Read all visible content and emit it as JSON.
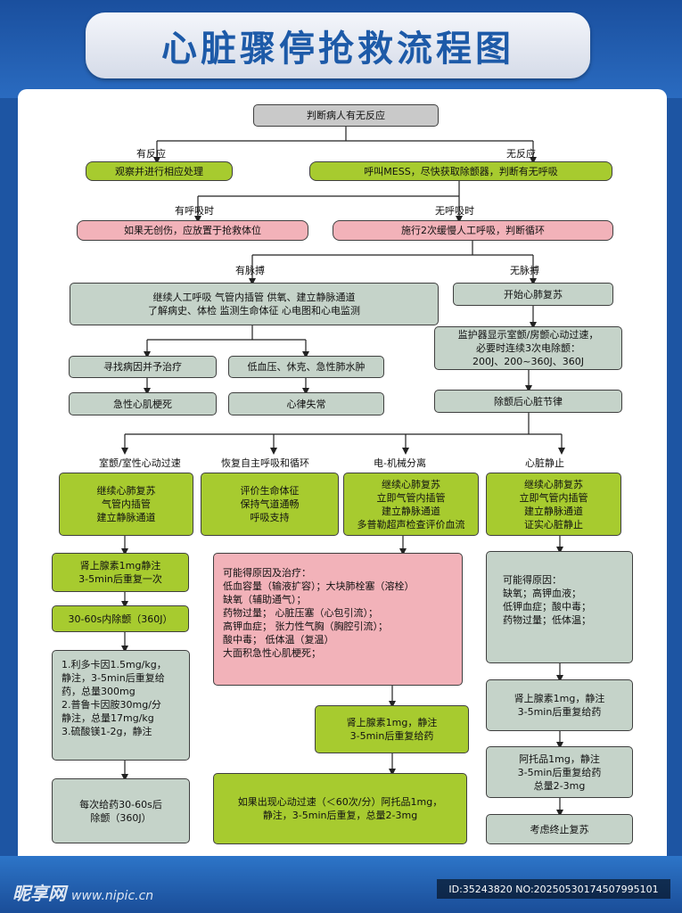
{
  "title": "心脏骤停抢救流程图",
  "nodes": {
    "start": "判断病人有无反应",
    "has_response_label": "有反应",
    "no_response_label": "无反应",
    "observe": "观察并进行相应处理",
    "call_mess": "呼叫MESS，尽快获取除颤器，判断有无呼吸",
    "has_breath_label": "有呼吸时",
    "no_breath_label": "无呼吸时",
    "rescue_position": "如果无创伤，应放置于抢救体位",
    "slow_breath": "施行2次缓慢人工呼吸，判断循环",
    "has_pulse_label": "有脉搏",
    "no_pulse_label": "无脉搏",
    "pulse_care": "继续人工呼吸      气管内插管      供氧、建立静脉通道\n了解病史、体检      监测生命体征      心电图和心电监测",
    "start_cpr": "开始心肺复苏",
    "find_cause": "寻找病因并予治疗",
    "hypo_shock": "低血压、休克、急性肺水肿",
    "ami": "急性心肌梗死",
    "arrhythmia": "心律失常",
    "monitor_vf": "监护器显示室颤/房颤心动过速，\n必要时连续3次电除颤：\n200J、200~360J、360J",
    "post_defib": "除颤后心脏节律",
    "branch_vf_label": "室颤/室性心动过速",
    "branch_rosc_label": "恢复自主呼吸和循环",
    "branch_pea_label": "电-机械分离",
    "branch_asystole_label": "心脏静止",
    "vf_cpr": "继续心肺复苏\n气管内插管\n建立静脉通道",
    "rosc_care": "评价生命体征\n保持气道通畅\n呼吸支持",
    "pea_cpr": "继续心肺复苏\n立即气管内插管\n建立静脉通道\n多普勒超声检查评价血流",
    "asys_cpr": "继续心肺复苏\n立即气管内插管\n建立静脉通道\n证实心脏静止",
    "vf_epi": "肾上腺素1mg静注\n3-5min后重复一次",
    "vf_defib": "30-60s内除颤（360J）",
    "vf_drugs": "1.利多卡因1.5mg/kg，\n静注，3-5min后重复给\n药，总量300mg\n2.普鲁卡因胺30mg/分\n静注，总量17mg/kg\n3.硫酸镁1-2g，静注",
    "vf_repeat": "每次给药30-60s后\n除颤（360J）",
    "pea_causes": "可能得原因及治疗：\n低血容量（输液扩容）；大块肺栓塞（溶栓）\n缺氧（辅助通气）；\n药物过量；   心脏压塞（心包引流）；\n高钾血症；   张力性气胸（胸腔引流）；\n酸中毒；   低体温（复温）\n大面积急性心肌梗死；",
    "pea_epi": "肾上腺素1mg，静注\n3-5min后重复给药",
    "pea_atropine": "如果出现心动过速（＜60次/分）阿托品1mg，\n静注，3-5min后重复，总量2-3mg",
    "asys_causes": "可能得原因：\n缺氧；高钾血液；\n低钾血症；酸中毒；\n药物过量；低体温；",
    "asys_epi": "肾上腺素1mg，静注\n3-5min后重复给药",
    "asys_atropine": "阿托品1mg，静注\n3-5min后重复给药\n总量2-3mg",
    "stop_cpr": "考虑终止复苏"
  },
  "watermark": {
    "brand": "昵享网",
    "url": "www.nipic.cn",
    "id_text": "ID:35243820 NO:20250530174507995101"
  },
  "colors": {
    "background_blue": "#1d55a3",
    "title_text": "#1d5aa8",
    "grey_box": "#c9c9c9",
    "green_box": "#a7cb2f",
    "pink_box": "#f2b2b9",
    "sage_box": "#c5d3c9"
  }
}
